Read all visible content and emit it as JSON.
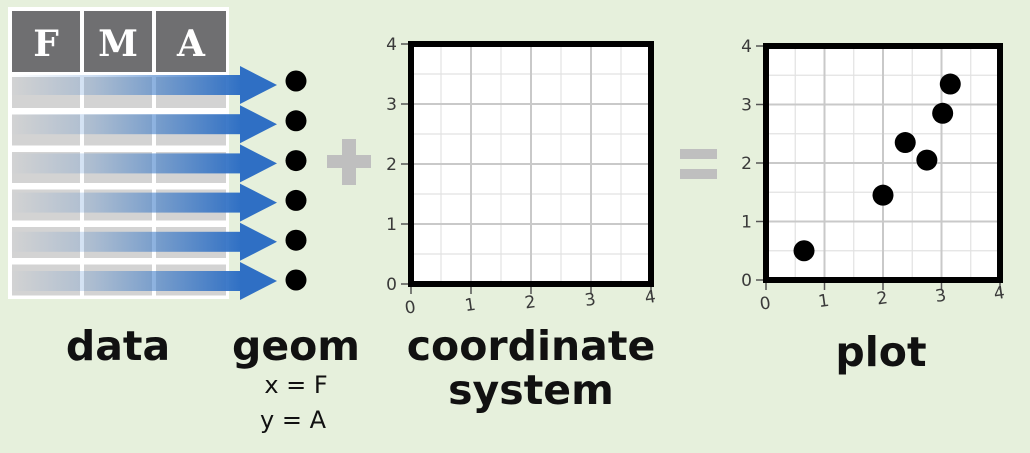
{
  "table": {
    "headers": [
      "F",
      "M",
      "A"
    ],
    "row_count": 6
  },
  "geom": {
    "point_count": 6
  },
  "operators": {
    "plus": "+",
    "equals": "="
  },
  "labels": {
    "data": "data",
    "geom": "geom",
    "geom_mapping_x": "x = F",
    "geom_mapping_y": "y = A",
    "coordinate_line1": "coordinate",
    "coordinate_line2": "system",
    "plot": "plot"
  },
  "coordinate_system": {
    "x_ticks": [
      "0",
      "1",
      "2",
      "3",
      "4"
    ],
    "y_ticks": [
      "0",
      "1",
      "2",
      "3",
      "4"
    ]
  },
  "chart_data": {
    "type": "scatter",
    "title": "",
    "xlabel": "",
    "ylabel": "",
    "xlim": [
      0,
      4
    ],
    "ylim": [
      0,
      4
    ],
    "x_ticks": [
      "0",
      "1",
      "2",
      "3",
      "4"
    ],
    "y_ticks": [
      "0",
      "1",
      "2",
      "3",
      "4"
    ],
    "grid": true,
    "points": [
      {
        "x": 0.65,
        "y": 0.5
      },
      {
        "x": 2.0,
        "y": 1.45
      },
      {
        "x": 2.38,
        "y": 2.35
      },
      {
        "x": 2.75,
        "y": 2.05
      },
      {
        "x": 3.02,
        "y": 2.85
      },
      {
        "x": 3.15,
        "y": 3.35
      }
    ]
  },
  "colors": {
    "background": "#e6f0dc",
    "header_fill": "#6f6f71",
    "row_fill": "#d3d3d3",
    "arrow_blue": "#3a7bc8",
    "operator_grey": "#bfbfbf"
  }
}
